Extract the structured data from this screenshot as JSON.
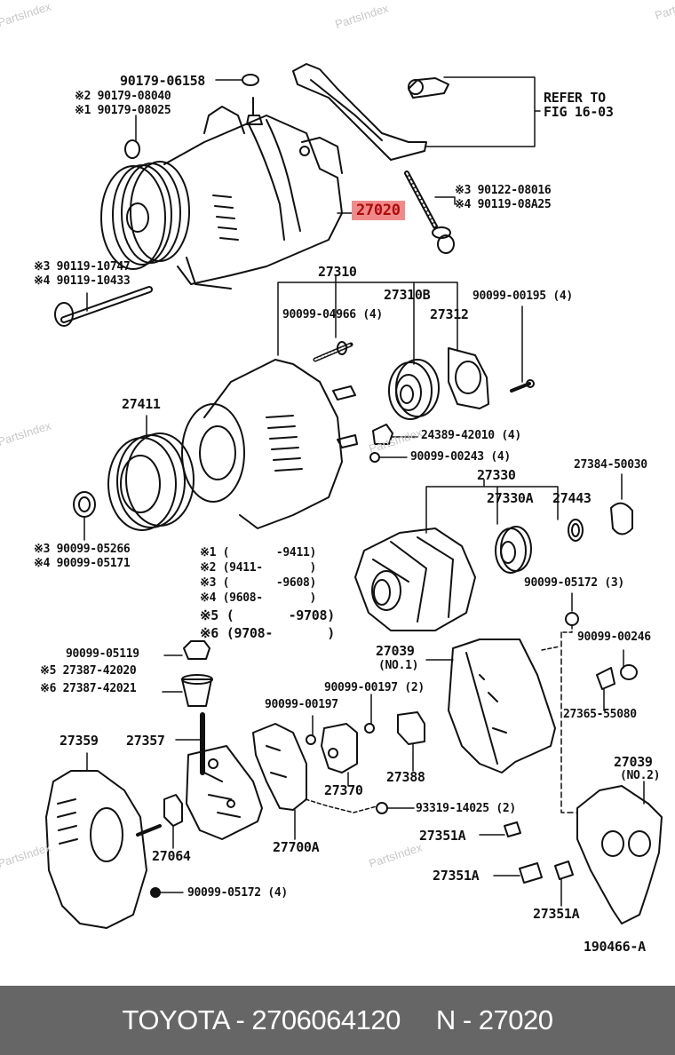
{
  "watermarks": [
    "PartsIndex",
    "PartsIndex",
    "PartsIndex",
    "PartsIndex",
    "PartsIndex",
    "PartsIndex",
    "PartsIndex"
  ],
  "highlight_color": "#f08a8a",
  "highlight_text_color": "#b10a0a",
  "labels": {
    "p90179_06158": "90179-06158",
    "p90179_08040": "※2 90179-08040",
    "p90179_08025": "※1 90179-08025",
    "refer_line1": "REFER TO",
    "refer_line2": "FIG 16-03",
    "p27020": "27020",
    "p90122_08016": "※3 90122-08016",
    "p90119_08A25": "※4 90119-08A25",
    "p90119_10747": "※3 90119-10747",
    "p90119_10433": "※4 90119-10433",
    "p27310": "27310",
    "p90099_04966": "90099-04966 (4)",
    "p27310B": "27310B",
    "p27312": "27312",
    "p90099_00195": "90099-00195 (4)",
    "p27411": "27411",
    "p24389_42010": "24389-42010 (4)",
    "p90099_00243": "90099-00243 (4)",
    "p27330": "27330",
    "p27330A": "27330A",
    "p27443": "27443",
    "p27384_50030": "27384-50030",
    "p90099_05266": "※3 90099-05266",
    "p90099_05171": "※4 90099-05171",
    "p90099_05172_3": "90099-05172 (3)",
    "p27039_no1": "27039",
    "p27039_no1_sub": "(NO.1)",
    "p90099_00246": "90099-00246",
    "p90099_05119": "90099-05119",
    "p27387_42020": "※5 27387-42020",
    "p27387_42021": "※6 27387-42021",
    "p90099_00197_2": "90099-00197 (2)",
    "p90099_00197": "90099-00197",
    "p27365_55080": "27365-55080",
    "p27359": "27359",
    "p27357": "27357",
    "p27370": "27370",
    "p27388": "27388",
    "p27039_no2": "27039",
    "p27039_no2_sub": "(NO.2)",
    "p93319_14025": "93319-14025 (2)",
    "p27064": "27064",
    "p27700A": "27700A",
    "p27351A_1": "27351A",
    "p27351A_2": "27351A",
    "p27351A_3": "27351A",
    "p90099_05172_4": "90099-05172 (4)",
    "fig_code": "190466-A"
  },
  "legend": [
    {
      "mark": "※1",
      "range": "(       -9411)"
    },
    {
      "mark": "※2",
      "range": "(9411-       )"
    },
    {
      "mark": "※3",
      "range": "(       -9608)"
    },
    {
      "mark": "※4",
      "range": "(9608-       )"
    },
    {
      "mark": "※5",
      "range": "(       -9708)"
    },
    {
      "mark": "※6",
      "range": "(9708-       )"
    }
  ],
  "footer": {
    "brand_part": "TOYOTA - 2706064120",
    "n_part": "N - 27020"
  }
}
